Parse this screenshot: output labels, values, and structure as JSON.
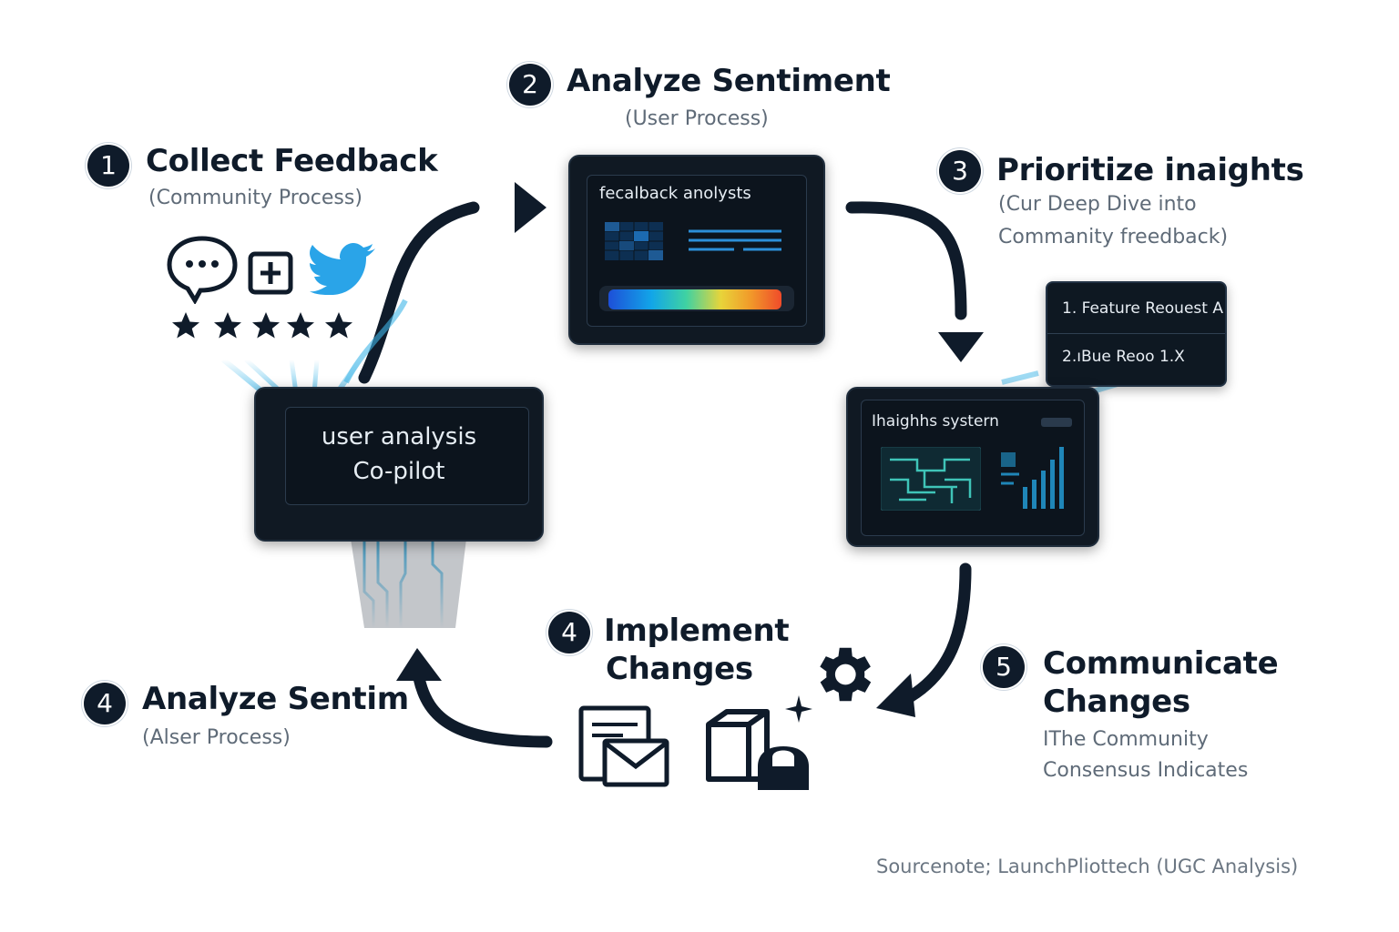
{
  "steps": [
    {
      "number": "1",
      "title": "Collect Feedback",
      "subtitle": "(Community Process)"
    },
    {
      "number": "2",
      "title": "Analyze Sentiment",
      "subtitle": "(User Process)"
    },
    {
      "number": "3",
      "title": "Prioritize inaights",
      "subtitle_lines": [
        "(Cur Deep Dive into",
        "Commanity freedback)"
      ]
    },
    {
      "number": "4",
      "title_lines": [
        "Implement",
        "Changes"
      ]
    },
    {
      "number": "5",
      "title_lines": [
        "Communicate",
        "Changes"
      ],
      "subtitle_lines": [
        "IThe Community",
        "Consensus Indicates"
      ]
    },
    {
      "number": "4",
      "title": "Analyze Sentim",
      "subtitle": "(Alser Process)"
    }
  ],
  "copilot": {
    "line1": "user analysis",
    "line2": "Co-pilot"
  },
  "feedback_panel": {
    "label": "fecalback anolysts"
  },
  "insights_panel": {
    "label": "Ihaighhs systern"
  },
  "priority_list": [
    "1. Feature Reouest A",
    "2.ıBue Reoo 1.X"
  ],
  "source_note": "Sourcenote; LaunchPliottech (UGC Analysis)",
  "colors": {
    "navy": "#0f1b2a",
    "accent": "#3fb6e8",
    "screen": "#101923"
  },
  "icons": [
    "chat-bubble-icon",
    "plus-square-icon",
    "twitter-bird-icon",
    "star-icon",
    "document-envelope-icon",
    "package-lock-icon",
    "gear-icon",
    "sparkle-icon"
  ]
}
